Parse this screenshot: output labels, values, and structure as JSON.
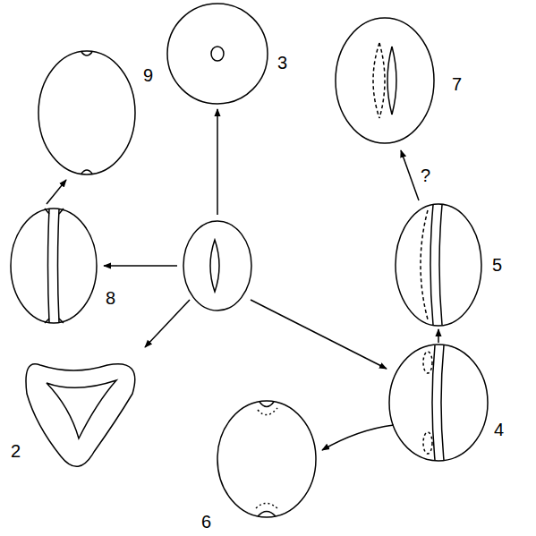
{
  "diagram": {
    "labels": [
      "3",
      "9",
      "7",
      "?",
      "5",
      "4",
      "6",
      "2",
      "8"
    ]
  }
}
